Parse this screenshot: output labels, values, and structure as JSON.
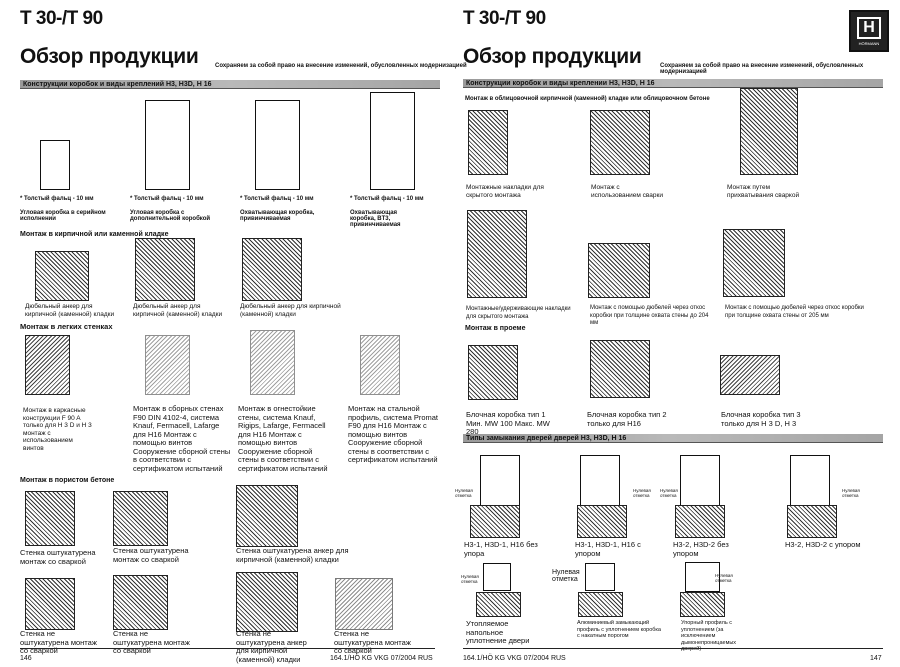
{
  "left": {
    "title": "T 30-/T 90",
    "heading": "Обзор продукции",
    "notice": "Сохраняем за собой право на внесение изменений, обусловленных модернизацией",
    "bar": "Конструкции коробок и виды креплений H3, H3D, H 16",
    "profiles": [
      {
        "note": "* Толстый фальц - 10 мм",
        "caption": "Угловая коробка в серийном исполнении"
      },
      {
        "note": "* Толстый фальц - 10 мм",
        "caption": "Угловая коробка с дополнительной коробкой"
      },
      {
        "note": "* Толстый фальц - 10 мм",
        "caption": "Охватывающая коробка, привинчиваемая"
      },
      {
        "note": "* Толстый фальц - 10 мм",
        "caption": "Охватывающая коробка, BT3, привинчиваемая"
      }
    ],
    "brick_title": "Монтаж в кирпичной или каменной кладке",
    "brick": [
      "Дюбельный анкер для кирпичной (каменной) кладки",
      "Дюбельный анкер для кирпичной (каменной) кладки",
      "Дюбельный анкер для кирпичной (каменной) кладки"
    ],
    "light_title": "Монтаж в легких стенках",
    "light": [
      "Монтаж в каркасные конструкции F 90 A только для H 3 D и H 3 монтаж с использованием винтов",
      "Монтаж в сборных стенах F90 DIN 4102-4, система Knauf, Fermacell, Lafarge для H16 Монтаж с помощью винтов Сооружение сборной стены в соответствии с сертификатом испытаний",
      "Монтаж в огнестойкие стены, система Knauf, Rigips, Lafarge, Fermacell для H16 Монтаж с помощью винтов Сооружение сборной стены в соответствии с сертификатом испытаний",
      "Монтаж на стальной профиль, система Promat F90 для H16 Монтаж с помощью винтов Сооружение сборной стены в соответствии с сертификатом испытаний"
    ],
    "porous_title": "Монтаж в пористом бетоне",
    "porous_row1": [
      "Стенка оштукатурена монтаж со сваркой",
      "Стенка оштукатурена монтаж со сваркой",
      "Стенка оштукатурена анкер для кирпичной (каменной) кладки"
    ],
    "porous_row2": [
      "Стенка не оштукатурена монтаж со сваркой",
      "Стенка не оштукатурена монтаж со сваркой",
      "Стенка не оштукатурена анкер для кирпичной (каменной) кладки",
      "Стенка не оштукатурена монтаж со сваркой"
    ],
    "page": "146",
    "code": "164.1/HÖ KG VKG 07/2004 RUS"
  },
  "right": {
    "title": "T 30-/T 90",
    "logo": "HÖRMANN",
    "heading": "Обзор продукции",
    "notice": "Сохраняем за собой право на внесение изменений, обусловленных модернизацией",
    "bar": "Конструкции коробок и виды креплении  H3, H3D, H 16",
    "facing_title": "Монтаж в облицовочной кирпичной (каменной) кладке или облицовочном бетоне",
    "facing_row1": [
      "Монтажные накладки для скрытого монтажа",
      "Монтаж с использованием сварки",
      "Монтаж путем прихватывания сваркой"
    ],
    "facing_row2": [
      "Монтажные/удерживающие накладки для скрытого монтажа",
      "Монтаж с помощью дюбелей через откос коробки при толщине охвата стены до 204 мм",
      "Монтаж с помощью дюбелей через откос коробки при толщине охвата стены от 205 мм"
    ],
    "opening_title": "Монтаж в проеме",
    "opening": [
      "Блочная коробка тип 1 Мин. MW 100 Макс. MW 280",
      "Блочная коробка тип 2 только для H16",
      "Блочная коробка тип 3 только для H 3 D, H 3"
    ],
    "bar2": "Типы замыкания дверей  дверей  H3, H3D, H 16",
    "zero_mark": "Нулевая отметка",
    "closing": [
      "H3-1, H3D-1, H16 без упора",
      "H3-1, H3D-1, H16 с упором",
      "H3-2, H3D-2 без упором",
      "H3-2, H3D-2 с упором"
    ],
    "seals": [
      "Утопляемое напольное уплотнение двери",
      "Алюминиевый замыкающий профиль с уплотнением коробка с накатным порогом",
      "Упорный профиль с уплотнением (за исключением дымонепроницаемых дверей)"
    ],
    "code": "164.1/HÖ KG VKG 07/2004 RUS",
    "page": "147"
  }
}
